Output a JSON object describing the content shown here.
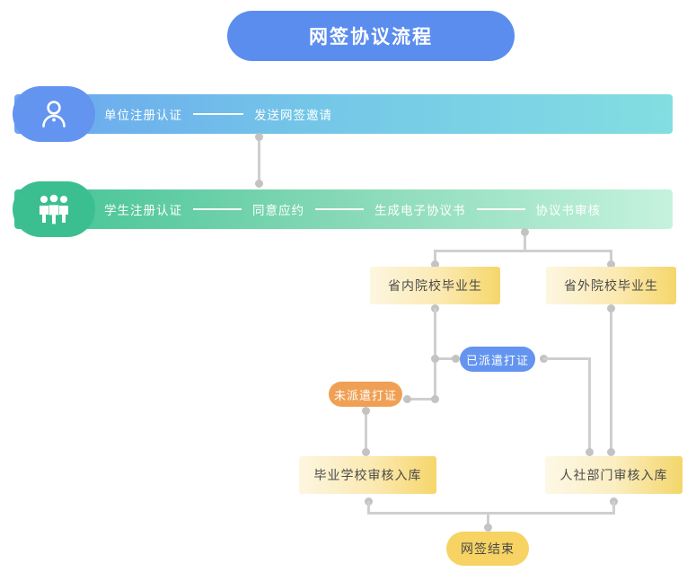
{
  "title": {
    "text": "网签协议流程"
  },
  "rows": [
    {
      "id": "enterprise-row",
      "icon": "person-icon",
      "steps": [
        "单位注册认证",
        "发送网签邀请"
      ]
    },
    {
      "id": "student-row",
      "icon": "people-group-icon",
      "steps": [
        "学生注册认证",
        "同意应约",
        "生成电子协议书",
        "协议书审核"
      ]
    }
  ],
  "nodes": {
    "in_province": "省内院校毕业生",
    "out_province": "省外院校毕业生",
    "dispatched": "已派遣打证",
    "undispatched": "未派遣打证",
    "school_archive": "毕业学校审核入库",
    "hr_archive": "人社部门审核入库",
    "end": "网签结束"
  },
  "colors": {
    "title_blue": "#5b8def",
    "bar_blue_start": "#6aa6ef",
    "bar_blue_end": "#82dee1",
    "bar_green_start": "#3fc194",
    "bar_green_end": "#c5f2de",
    "box_yellow": "#f6d66b",
    "pill_blue": "#6394ef",
    "pill_orange": "#f0a055",
    "pill_end_yellow": "#f6d362",
    "connector_gray": "#cfcfcf"
  }
}
